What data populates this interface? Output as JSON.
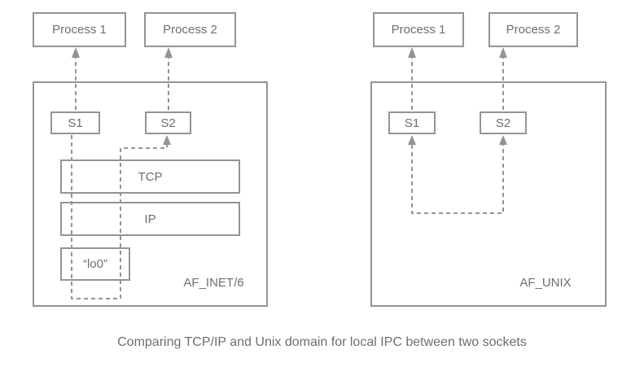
{
  "caption": "Comparing TCP/IP and Unix domain for local IPC between two sockets",
  "left": {
    "process1": "Process 1",
    "process2": "Process 2",
    "s1": "S1",
    "s2": "S2",
    "tcp": "TCP",
    "ip": "IP",
    "lo0": "“lo0”",
    "label": "AF_INET/6"
  },
  "right": {
    "process1": "Process 1",
    "process2": "Process 2",
    "s1": "S1",
    "s2": "S2",
    "label": "AF_UNIX"
  },
  "colors": {
    "line": "#949494",
    "text": "#6e6e6e",
    "background": "#ffffff"
  }
}
